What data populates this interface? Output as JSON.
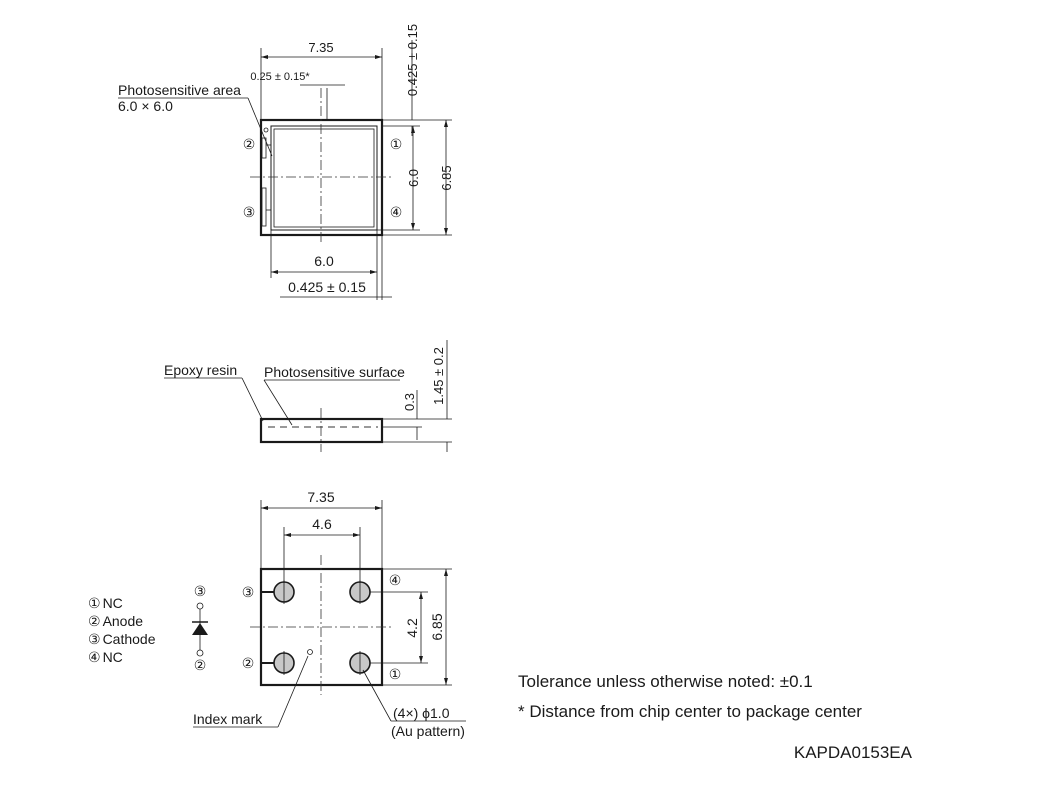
{
  "top_view": {
    "width": "7.35",
    "chip_offset": "0.25 ± 0.15*",
    "top_margin": "0.425 ± 0.15",
    "photosensitive_label": "Photosensitive area",
    "photosensitive_size": "6.0 × 6.0",
    "area_height": "6.0",
    "height": "6.85",
    "area_width": "6.0",
    "right_margin": "0.425 ± 0.15",
    "pin1": "①",
    "pin2": "②",
    "pin3": "③",
    "pin4": "④"
  },
  "side_view": {
    "epoxy_label": "Epoxy resin",
    "surface_label": "Photosensitive surface",
    "resin_thickness": "0.3",
    "total_thickness": "1.45 ± 0.2"
  },
  "bottom_view": {
    "width": "7.35",
    "pad_pitch_x": "4.6",
    "pad_pitch_y": "4.2",
    "height": "6.85",
    "pin1": "①",
    "pin2": "②",
    "pin3": "③",
    "pin4": "④",
    "index_label": "Index mark",
    "pad_label": "(4×) ϕ1.0",
    "pad_sub": "(Au pattern)"
  },
  "pin_legend": [
    {
      "num": "①",
      "name": "NC"
    },
    {
      "num": "②",
      "name": "Anode"
    },
    {
      "num": "③",
      "name": "Cathode"
    },
    {
      "num": "④",
      "name": "NC"
    }
  ],
  "diode_symbol": {
    "top_pin": "③",
    "bottom_pin": "②"
  },
  "notes": {
    "tolerance": "Tolerance unless otherwise noted: ±0.1",
    "footnote": "* Distance from chip center to package center",
    "drawing_code": "KAPDA0153EA"
  }
}
